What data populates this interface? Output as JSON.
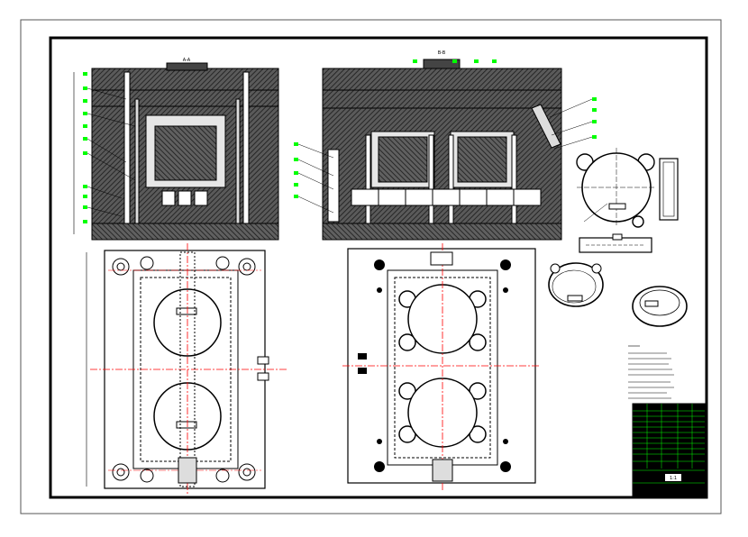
{
  "drawing": {
    "view_titles": {
      "left_section": "A-A",
      "right_section": "B-B"
    },
    "title_block": {
      "company": "",
      "drawing_name": "",
      "scale": "1:1",
      "sheet": ""
    },
    "colors": {
      "paper": "#ffffff",
      "line": "#000000",
      "hatch": "#3a3a3a",
      "centerline": "#ff0000",
      "callout": "#00ff00",
      "titleblock_bg": "#000000",
      "titleblock_text": "#00ff00"
    }
  }
}
